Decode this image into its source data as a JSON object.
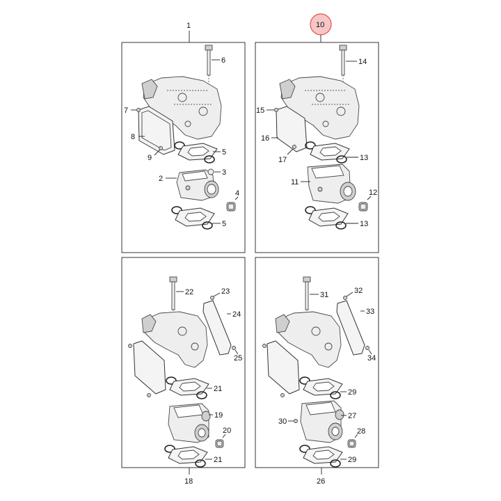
{
  "assemblies": [
    {
      "id": "panel-top-left",
      "number": "1",
      "highlighted": false
    },
    {
      "id": "panel-top-right",
      "number": "10",
      "highlighted": true
    },
    {
      "id": "panel-bottom-left",
      "number": "18",
      "highlighted": false
    },
    {
      "id": "panel-bottom-right",
      "number": "26",
      "highlighted": false
    }
  ],
  "callouts": {
    "p1": [
      "6",
      "7",
      "8",
      "9",
      "5",
      "2",
      "3",
      "4",
      "5"
    ],
    "p10": [
      "14",
      "15",
      "16",
      "17",
      "13",
      "11",
      "12",
      "13"
    ],
    "p18": [
      "22",
      "23",
      "24",
      "25",
      "21",
      "19",
      "20",
      "21"
    ],
    "p26": [
      "31",
      "32",
      "33",
      "34",
      "29",
      "30",
      "27",
      "28",
      "29"
    ]
  },
  "colors": {
    "highlight_fill": "#f7c6c6",
    "highlight_stroke": "#d9534f",
    "line": "#333333"
  }
}
